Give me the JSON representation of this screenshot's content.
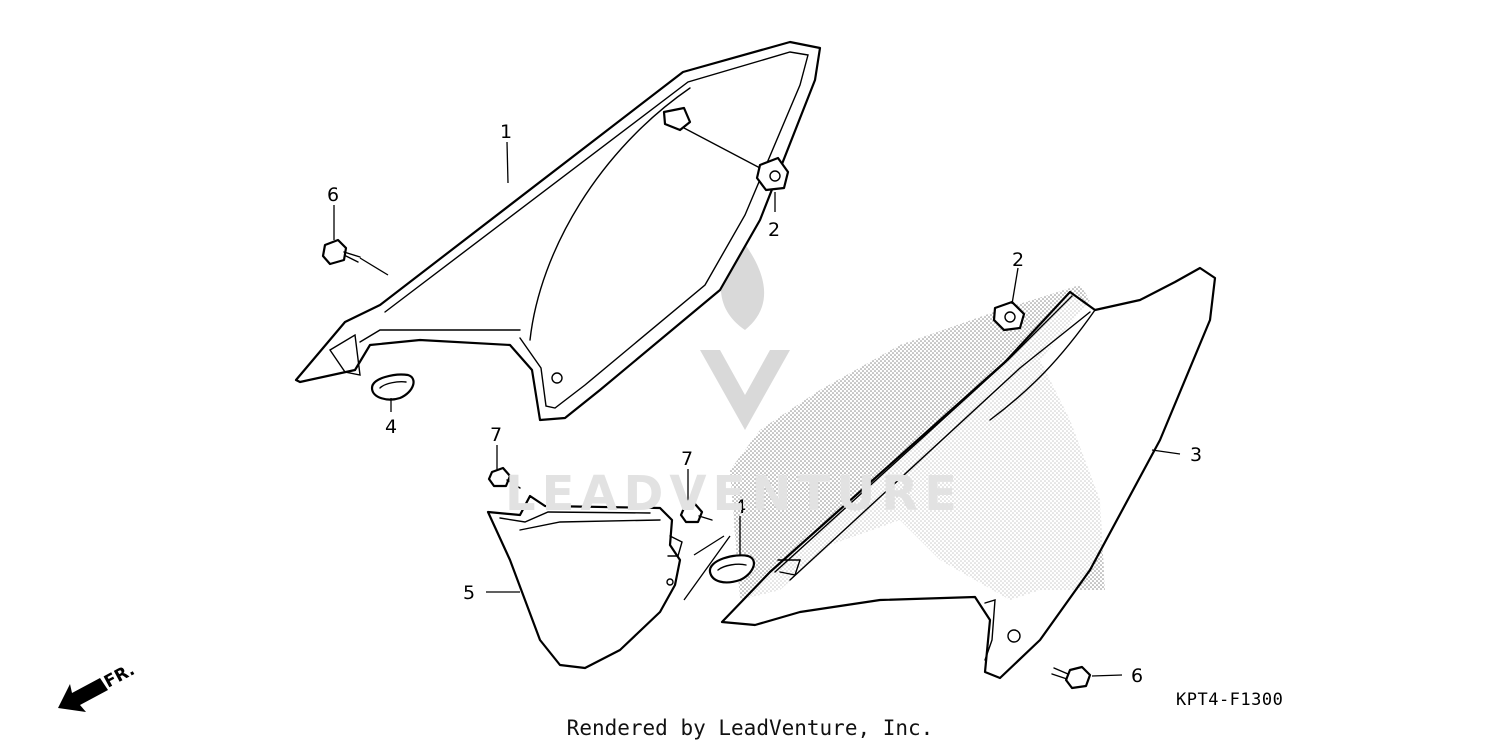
{
  "diagram": {
    "callouts": [
      "1",
      "2",
      "2",
      "3",
      "4",
      "4",
      "5",
      "6",
      "6",
      "7",
      "7"
    ],
    "direction_label": "FR.",
    "diagram_code": "KPT4-F1300",
    "footer": "Rendered by LeadVenture, Inc.",
    "watermark_text": "LEADVENTURE",
    "colors": {
      "line": "#000000",
      "watermark": "#d9d9d9",
      "background": "#ffffff"
    }
  }
}
